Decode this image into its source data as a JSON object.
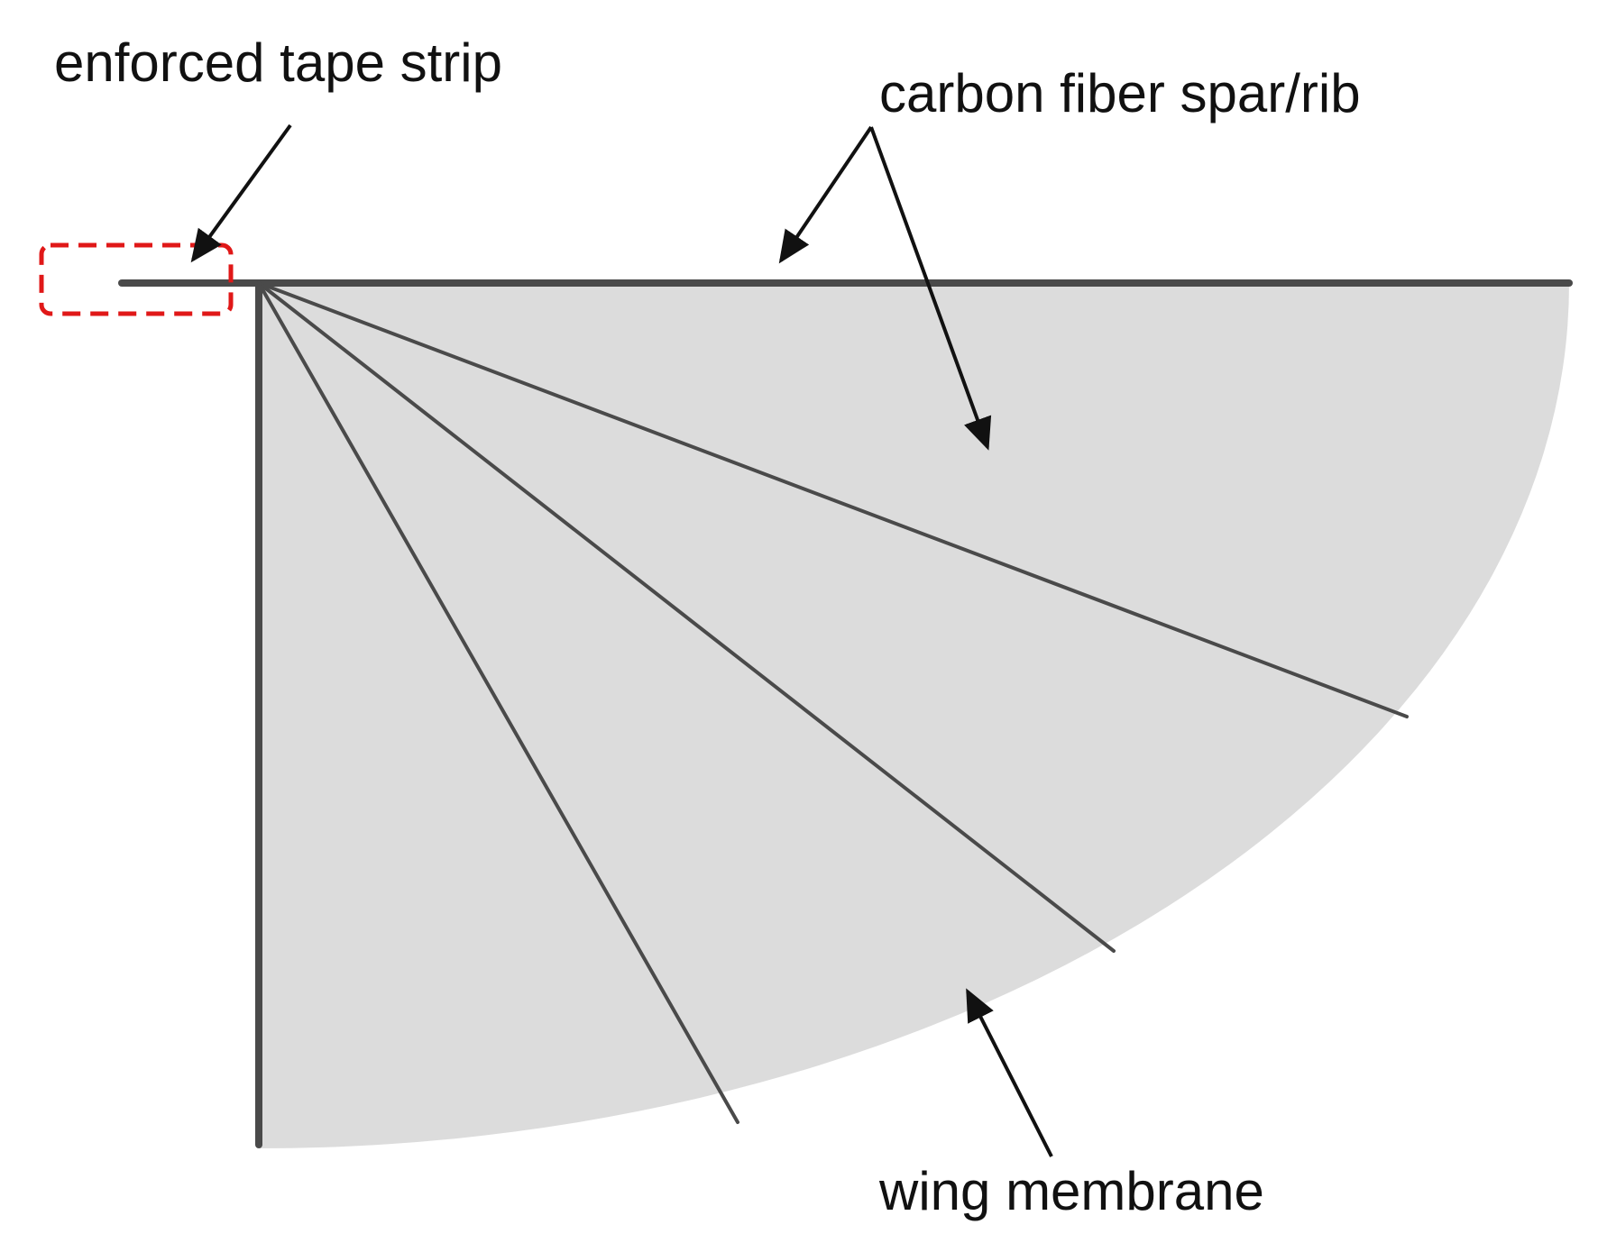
{
  "labels": {
    "tape_strip": "enforced tape strip",
    "spar_rib": "carbon fiber spar/rib",
    "membrane": "wing membrane"
  },
  "colors": {
    "membrane_fill": "#dcdcdc",
    "spar": "#4a4a4a",
    "arrow": "#111111",
    "highlight_box": "#e01818"
  }
}
